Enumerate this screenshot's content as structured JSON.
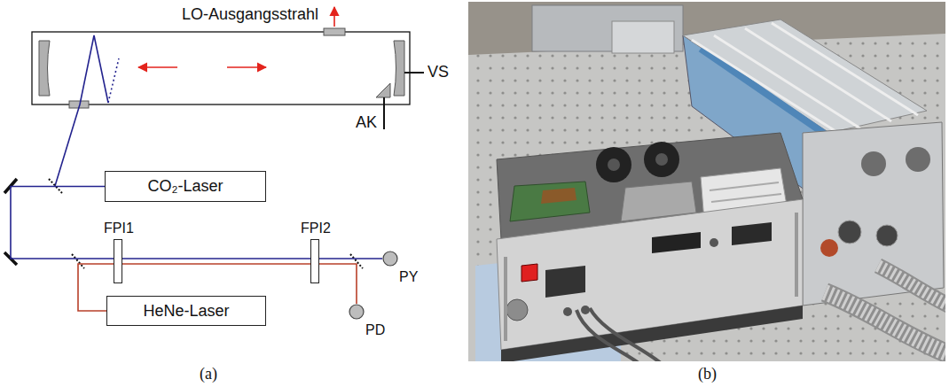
{
  "diagram": {
    "nodes": [
      {
        "text": [
          "CO₂-Laser"
        ]
      },
      {
        "text": [
          "FPI1"
        ]
      },
      {
        "text": [
          "FPI2"
        ]
      },
      {
        "text": [
          "PY"
        ]
      },
      {
        "text": [
          "HeNe-Laser"
        ]
      },
      {
        "text": [
          "PD"
        ]
      }
    ],
    "edges": [
      {
        "from": 0,
        "to": 1,
        "arrow": "none"
      },
      {
        "from": 1,
        "to": 2,
        "arrow": "none"
      },
      {
        "from": 2,
        "to": 3,
        "arrow": "none"
      },
      {
        "from": 4,
        "to": 1,
        "arrow": "none"
      },
      {
        "from": 1,
        "to": 2,
        "arrow": "none"
      },
      {
        "from": 2,
        "to": 5,
        "arrow": "none"
      }
    ],
    "labels": [
      "LO-Ausgangsstrahl",
      "VS",
      "AK",
      "(a)",
      "(b)"
    ]
  }
}
